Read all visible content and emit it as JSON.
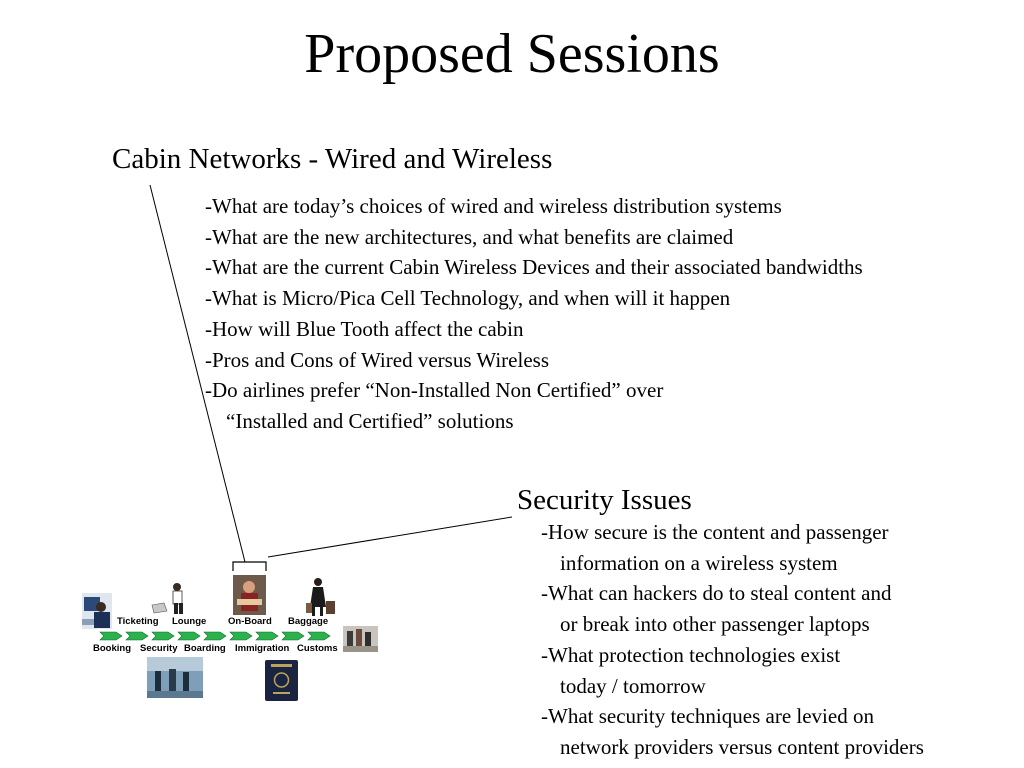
{
  "title": "Proposed Sessions",
  "cabin": {
    "heading": "Cabin Networks - Wired and Wireless",
    "items": [
      {
        "text": "-What are today’s choices of wired and wireless distribution systems"
      },
      {
        "text": "-What are the new architectures, and what benefits are claimed"
      },
      {
        "text": "-What are the current Cabin Wireless Devices and their associated bandwidths"
      },
      {
        "text": "-What is Micro/Pica Cell Technology, and when will it happen"
      },
      {
        "text": "-How will Blue Tooth affect the cabin"
      },
      {
        "text": "-Pros and Cons of Wired versus Wireless"
      },
      {
        "text": "-Do airlines prefer “Non-Installed Non Certified” over"
      },
      {
        "text": "“Installed and Certified” solutions"
      }
    ]
  },
  "security": {
    "heading": "Security Issues",
    "items": [
      {
        "text": "-How secure is the content and passenger"
      },
      {
        "text": "information on a wireless system"
      },
      {
        "text": "-What can hackers do to steal content and"
      },
      {
        "text": "or break into other passenger laptops"
      },
      {
        "text": "-What protection technologies exist"
      },
      {
        "text": "today / tomorrow"
      },
      {
        "text": "-What security techniques are levied on"
      },
      {
        "text": "network providers versus content providers"
      }
    ]
  },
  "flow": {
    "top_labels": [
      "Ticketing",
      "Lounge",
      "On-Board",
      "Baggage"
    ],
    "bottom_labels": [
      "Booking",
      "Security",
      "Boarding",
      "Immigration",
      "Customs"
    ],
    "arrow_color": "#2bb24c"
  }
}
